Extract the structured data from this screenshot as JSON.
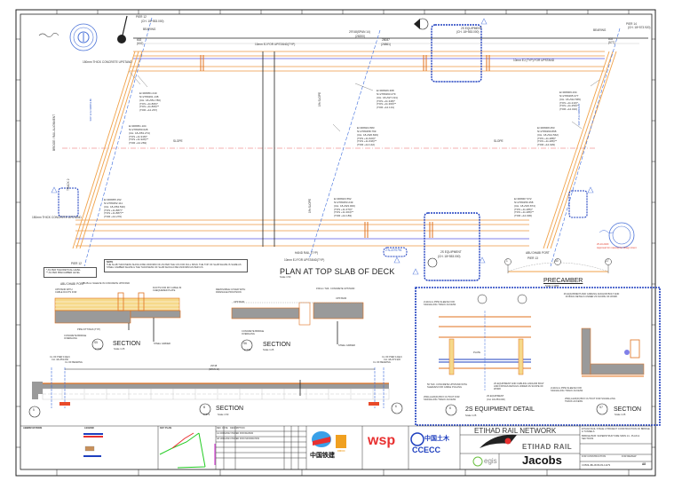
{
  "sheet": {
    "type": "engineering-drawing",
    "project": "ETIHAD RAIL NETWORK",
    "client": "ETIHAD RAIL",
    "consultants": [
      "egis",
      "Jacobs"
    ],
    "contractor": "CCECC",
    "contractor_cn": "中国土木",
    "designer": "wsp",
    "partners": [
      "中国铁建",
      "CRCC"
    ],
    "drawing_number": "CO509-JBL-BCB-DS-11279",
    "revision": "A8",
    "status": "FOR CONSTRUCTION",
    "status_review": "FOR REVIEW"
  },
  "plan": {
    "title": "PLAN AT TOP SLAB OF DECK",
    "scale": "Scale 1:50",
    "pier_left": {
      "label": "PIER 12",
      "chainage": "(CH. 18+553.000)",
      "ref": "7",
      "bearing": "BEARING"
    },
    "pier_right": {
      "label": "PIER 14",
      "chainage": "(CH. 18+573.920)",
      "ref": "8",
      "bearing": "BEARING"
    },
    "span_label": "29748(SPAN 14)",
    "span_sub": "(28200)",
    "span_right": "28087",
    "span_right_sub": "(26861)",
    "dim_left": "602",
    "dim_left_sub": "(602)",
    "dim_right": "602",
    "dim_right_sub": "(577)",
    "upstand_left": "150mm THICK CONCRETE UPSTAND",
    "upstand_left2": "150mm THICK CONCRETE UPSTAND",
    "fdr_label": "10mm EJ FOR UPSTAND(TYP)",
    "fdr_label_right": "10mm EJ (TYP) FOR UPSTAND",
    "handrail": "HAND RAIL (TYP)",
    "handrail_ej": "10mm EJ FOR UPSTAND(TYP)",
    "slope": "SLOPE",
    "slope_mark": "1% SLOPE",
    "slope_mark2": "1% SLOPE",
    "alignment": "BRIDGE / RAIL ALIGNMENT",
    "abu_port": "ABU DHABI PORT",
    "abu_port2": "ABU DHABI PORT",
    "pier_12": "PIER 12",
    "pier_13": "PIER 13",
    "track": "TRACK 2",
    "equipment_label": "2S EQUIPMENT",
    "equipment_ch": "(CH. 18+553.000)",
    "equipment_top": "2S EQUIPMENT",
    "equipment_top_ch": "(CH. 18+553.000)",
    "dims": [
      "275",
      "250",
      "4546",
      "1790",
      "2200",
      "275",
      "250",
      "1750"
    ],
    "coordinates": [
      {
        "id": "c1",
        "lines": [
          "E=308051.019",
          "N=2780261.138",
          "(CH. 18+551.780)",
          "(TOS +11.866)*",
          "(TOS +11.866)**",
          "(TOR +12.267)"
        ]
      },
      {
        "id": "c2",
        "lines": [
          "E=308051.104",
          "N=2780250.628",
          "(CH. 18+553.274)",
          "(TOS +11.918)*",
          "(TOS +11.926)**",
          "(TOR +12.269)"
        ]
      },
      {
        "id": "c3",
        "lines": [
          "E=308055.152",
          "N=2780252.111",
          "(CH. 18+554.530)",
          "(TOS +11.887)*",
          "(TOS +11.887)**",
          "(TOR +12.270)"
        ]
      },
      {
        "id": "c4",
        "lines": [
          "E=308026.368",
          "N=2780263.279",
          "(CH. 18+527.191)",
          "(TOS +11.348)*",
          "(TOS +11.360)**",
          "(TOR +12.131)"
        ]
      },
      {
        "id": "c5",
        "lines": [
          "E=308024.583",
          "N=2780258.769",
          "(CH. 18+526.829)",
          "(TOS +11.620)*",
          "(TOS +11.636)**",
          "(TOR +12.142)"
        ]
      },
      {
        "id": "c6",
        "lines": [
          "E=308023.552",
          "N=2780253.249",
          "(CH. 18+523.000)",
          "(TOS +11.370)*",
          "(TOS +11.364)**",
          "(TOR +12.183)"
        ]
      },
      {
        "id": "c7",
        "lines": [
          "E=308009.234",
          "N=2780265.377",
          "(CH. 18+512.565)",
          "(TOS +11.210)*",
          "(TOS +11.250)**",
          "(TOR +12.016)"
        ]
      },
      {
        "id": "c8",
        "lines": [
          "E=308008.453",
          "N=2780260.868",
          "(CH. 18+514.562)",
          "(TOS +11.288)*",
          "(TOS +11.286)**",
          "(TOR +12.029)"
        ]
      },
      {
        "id": "c9",
        "lines": [
          "E=308007.672",
          "N=2780256.358",
          "(CH. 18+515.874)",
          "(TOS +11.286)*",
          "(TOS +11.286)**",
          "(TOR +12.036)"
        ]
      }
    ],
    "cloud_left": [
      "SOP 12",
      "E=308051.86",
      "N=2780262.01"
    ],
    "cloud_right": [
      "SOP 15",
      "E=308009.07",
      "N=2780265.80"
    ],
    "cloud_small": "2 N-2270791"
  },
  "legend": {
    "items": [
      "* AS PER THEORETICAL LEVEL",
      "** AS PER PRECAMBER LEVEL"
    ]
  },
  "note": {
    "heading": "NOTE",
    "text": "THE SLAB THICKNESS SHOULD BE UNIFORM OF AS PER THE C/S FOR FULL SPAN. THE TOP OF SLAB SHAPE IS SAME AS STEEL CAMBER SHAPE & THE THICKNESS OF SLAB SHOULD BE UNIFORM AS PER C/S"
  },
  "sections": [
    {
      "id": "S5",
      "ref": "11279",
      "title": "SECTION",
      "scale": "Scale 1:25",
      "labels": [
        "Ø125mm SLEEVE IN CONCRETE UPSTAND",
        "UPSTAND WITH CABLE DUCTS FOR",
        "DUCTS FOR MV CABLE IN CHEQUERED PLATE",
        "PIPE FITTINGS (TYP)",
        "CONCRETE BRIDGE OVERHANG",
        "STEEL GIRDER",
        "150 (150)",
        "150 (150)"
      ]
    },
    {
      "id": "S6",
      "ref": "11279",
      "title": "SECTION",
      "scale": "Scale 1:25",
      "labels": [
        "REMOVABLE COVER WITH DRAINAGE PROVISION",
        "UPSTAND",
        "150mm THK. CONCRETE UPSTAND",
        "UPSTAND",
        "CONCRETE BRIDGE OVERHANG",
        "STEEL GIRDER"
      ]
    },
    {
      "id": "B",
      "ref": "11279",
      "title": "SECTION",
      "scale": "Scale 1:50",
      "labels": [
        "CL OF PIER 13(EJ)",
        "CH. 18+553.000",
        "CL OF BEARING",
        "29748",
        "(SPAN 14)",
        "CL OF PIER 14(EJ)",
        "CH. 18+573.920",
        "CL OF BEARING",
        "602",
        "602",
        "5",
        "6"
      ]
    },
    {
      "id": "S7",
      "ref": "11279",
      "title": "SECTION",
      "scale": "Scale 1:25",
      "labels": [
        "2S EQUIPMENT AND CABLING ANCHOR BOLT AND FIXINGS DETAILS UNDER 2S SCOPE OF WORK",
        "2x110mm PIPE SLEEVE FOR SIGNALLING TRACK ACCESS",
        "250(L)x120(D) BOX CUTOUT FOR SIGNALLING TRACK ACCESS",
        "1750"
      ]
    }
  ],
  "equipment_detail": {
    "id": "8",
    "title": "2S EQUIPMENT DETAIL",
    "scale": "Scale 1:25",
    "labels": [
      "2x110mm PIPE SLEEVE FOR SIGNALLING TRACK ACCESS",
      "50 THK. CONCRETE UPSTAND WITH SLEEVES FOR CABLE PULLING",
      "250(L)x120(D) BOX CUTOUT FOR SIGNALLING TRACK ACCESS",
      "2S EQUIPMENT AND CABLING ANCHOR BOLT AND FIXINGS DETAILS UNDER 2S SCOPE OF WORK",
      "2S EQUIPMENT",
      "(CH. 18+553.000)",
      "PLATE",
      "S7",
      "S7"
    ]
  },
  "precamber": {
    "title": "PRECAMBER",
    "scale": "Scale 1:1000",
    "markers": [
      "1",
      "50",
      "17"
    ]
  },
  "approval": {
    "date": "25-10-2020",
    "text": "Approved for meeting the design intent"
  },
  "title_block": {
    "abbreviations_heading": "ABBREVIATIONS",
    "legend_heading": "LEGEND",
    "key_plan_heading": "KEY PLAN",
    "revisions_header": [
      "REV",
      "DATE",
      "DESCRIPTION",
      "DRWN",
      "CHKD",
      "APPD"
    ],
    "revisions": [
      {
        "rev": "A1",
        "date": "20/06/2022",
        "desc": "ISSUED FOR REVIEW",
        "drwn": "SBK",
        "chkd": "LSM",
        "appd": "FOHD"
      },
      {
        "rev": "A8",
        "date": "19/01/2024",
        "desc": "ISSUED FOR INFORMATION",
        "drwn": "SBK",
        "chkd": "LSM",
        "appd": "FOHD"
      }
    ],
    "project_name": "ETIHAD RAIL NETWORK",
    "drawing_title": "ETIHAD RAIL STAGE 2 PROJECT CONSTRUCTION OF BRIDGE & TUNNELS",
    "drawing_subtitle": "BRIDGE BCB: SUPERSTRUCTURE SPAN 14 - PLAN & SECTIONS",
    "sheet": "1 OF 1",
    "scale": "AS SHOWN",
    "size": "A1",
    "fields": {
      "status": "FOR CONSTRUCTION",
      "purpose": "FOR REVIEW"
    }
  },
  "colors": {
    "orange": "#f0a24a",
    "orange_dark": "#e0701e",
    "blue_line": "#7d7de8",
    "blue_cloud": "#1e3fbf",
    "red_centerline": "#e84a4a",
    "gray_concrete": "#9a9a9a",
    "yellow_fill": "#f6d98a",
    "stamp_blue": "#4a72d8"
  }
}
